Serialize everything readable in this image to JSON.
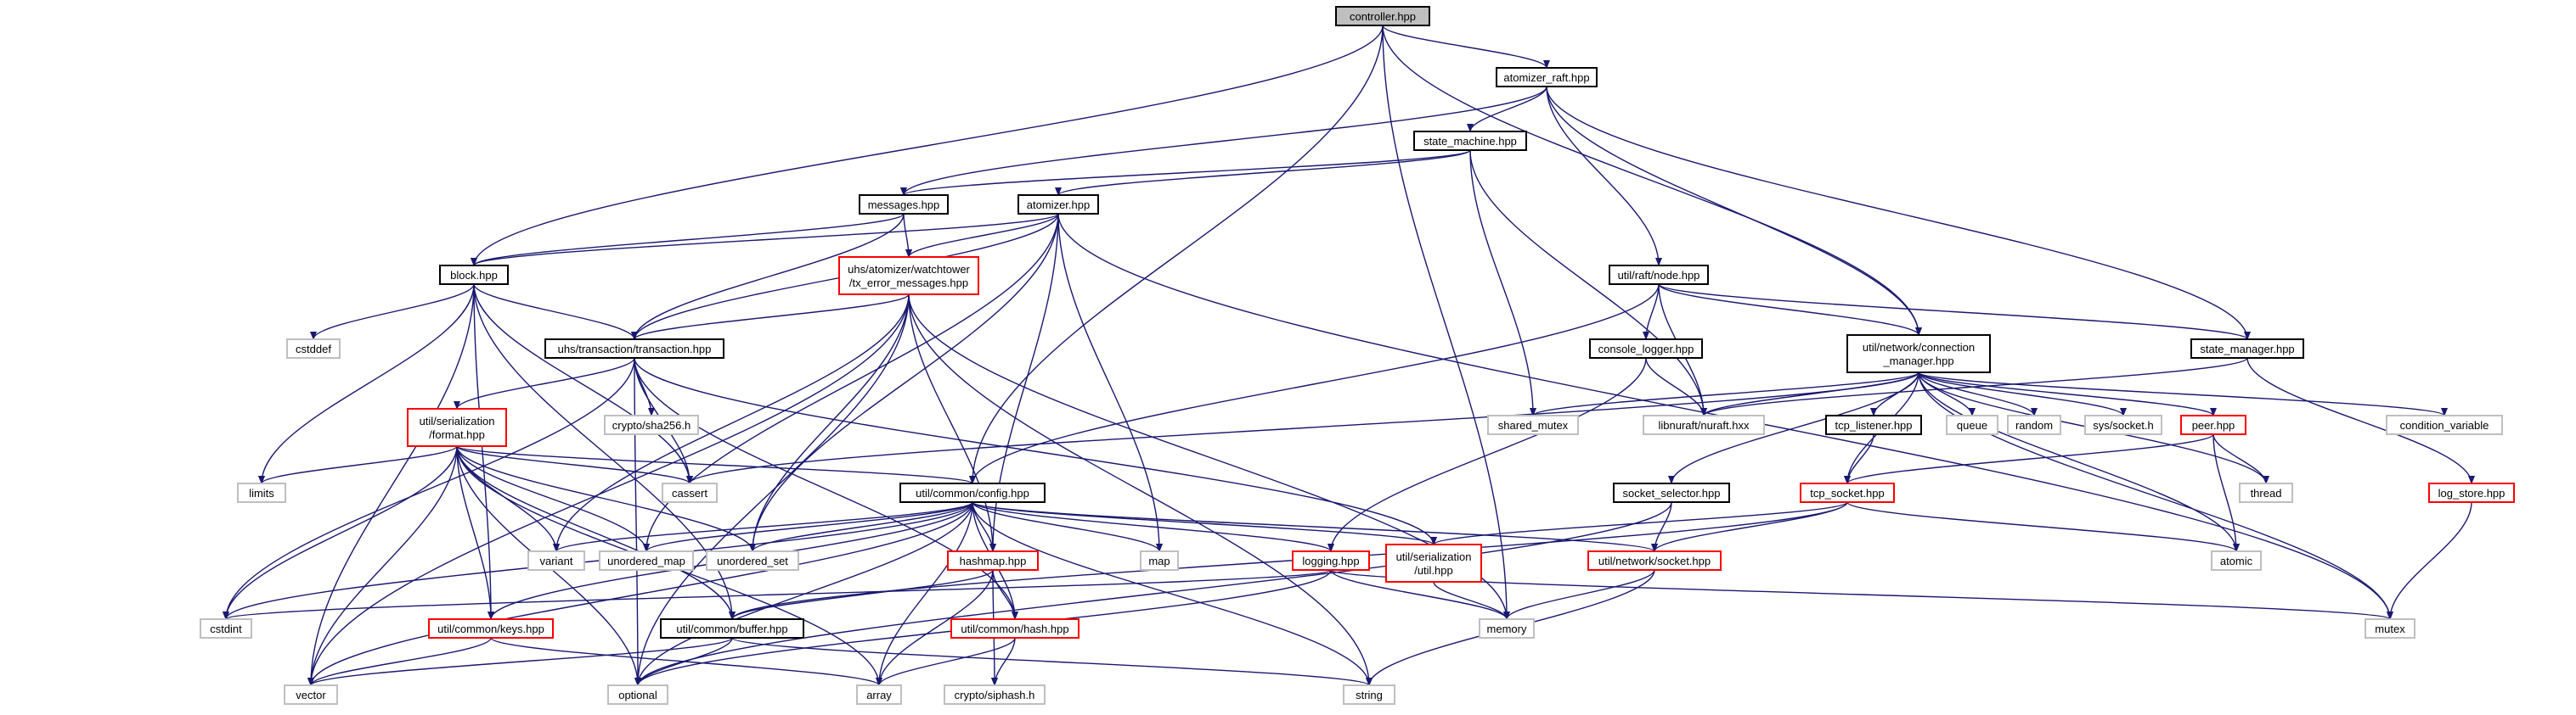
{
  "graph_title": "",
  "colors": {
    "edge": "#191970",
    "default_border": "#000000",
    "highlight_border": "#ff0000",
    "system_border": "#bfbfbf",
    "root_fill": "#bfbfbf",
    "node_fill": "#ffffff",
    "text": "#000000"
  },
  "nodes": [
    {
      "id": "controller",
      "label": [
        "controller.hpp"
      ],
      "kind": "root"
    },
    {
      "id": "atomizer_raft",
      "label": [
        "atomizer_raft.hpp"
      ],
      "kind": "normal"
    },
    {
      "id": "state_machine",
      "label": [
        "state_machine.hpp"
      ],
      "kind": "normal"
    },
    {
      "id": "messages",
      "label": [
        "messages.hpp"
      ],
      "kind": "normal"
    },
    {
      "id": "atomizer",
      "label": [
        "atomizer.hpp"
      ],
      "kind": "normal"
    },
    {
      "id": "block",
      "label": [
        "block.hpp"
      ],
      "kind": "normal"
    },
    {
      "id": "watchtower",
      "label": [
        "uhs/atomizer/watchtower",
        "/tx_error_messages.hpp"
      ],
      "kind": "red"
    },
    {
      "id": "raftnode",
      "label": [
        "util/raft/node.hpp"
      ],
      "kind": "normal"
    },
    {
      "id": "console_logger",
      "label": [
        "console_logger.hpp"
      ],
      "kind": "normal"
    },
    {
      "id": "connmgr",
      "label": [
        "util/network/connection",
        "_manager.hpp"
      ],
      "kind": "normal"
    },
    {
      "id": "state_manager",
      "label": [
        "state_manager.hpp"
      ],
      "kind": "normal"
    },
    {
      "id": "cstddef",
      "label": [
        "cstddef"
      ],
      "kind": "sys"
    },
    {
      "id": "transaction",
      "label": [
        "uhs/transaction/transaction.hpp"
      ],
      "kind": "normal"
    },
    {
      "id": "sha256",
      "label": [
        "crypto/sha256.h"
      ],
      "kind": "sys"
    },
    {
      "id": "format",
      "label": [
        "util/serialization",
        "/format.hpp"
      ],
      "kind": "red"
    },
    {
      "id": "limits",
      "label": [
        "limits"
      ],
      "kind": "sys"
    },
    {
      "id": "cassert",
      "label": [
        "cassert"
      ],
      "kind": "sys"
    },
    {
      "id": "config",
      "label": [
        "util/common/config.hpp"
      ],
      "kind": "normal"
    },
    {
      "id": "shared_mutex",
      "label": [
        "shared_mutex"
      ],
      "kind": "sys"
    },
    {
      "id": "nuraft",
      "label": [
        "libnuraft/nuraft.hxx"
      ],
      "kind": "sys"
    },
    {
      "id": "tcp_listener",
      "label": [
        "tcp_listener.hpp"
      ],
      "kind": "normal"
    },
    {
      "id": "queue",
      "label": [
        "queue"
      ],
      "kind": "sys"
    },
    {
      "id": "random",
      "label": [
        "random"
      ],
      "kind": "sys"
    },
    {
      "id": "syssocket",
      "label": [
        "sys/socket.h"
      ],
      "kind": "sys"
    },
    {
      "id": "peer",
      "label": [
        "peer.hpp"
      ],
      "kind": "red"
    },
    {
      "id": "condvar",
      "label": [
        "condition_variable"
      ],
      "kind": "sys"
    },
    {
      "id": "thread",
      "label": [
        "thread"
      ],
      "kind": "sys"
    },
    {
      "id": "log_store",
      "label": [
        "log_store.hpp"
      ],
      "kind": "red"
    },
    {
      "id": "socket_selector",
      "label": [
        "socket_selector.hpp"
      ],
      "kind": "normal"
    },
    {
      "id": "tcp_socket",
      "label": [
        "tcp_socket.hpp"
      ],
      "kind": "red"
    },
    {
      "id": "variant",
      "label": [
        "variant"
      ],
      "kind": "sys"
    },
    {
      "id": "unordered_map",
      "label": [
        "unordered_map"
      ],
      "kind": "sys"
    },
    {
      "id": "unordered_set",
      "label": [
        "unordered_set"
      ],
      "kind": "sys"
    },
    {
      "id": "hashmap",
      "label": [
        "hashmap.hpp"
      ],
      "kind": "red"
    },
    {
      "id": "map",
      "label": [
        "map"
      ],
      "kind": "sys"
    },
    {
      "id": "logging",
      "label": [
        "logging.hpp"
      ],
      "kind": "red"
    },
    {
      "id": "serutil",
      "label": [
        "util/serialization",
        "/util.hpp"
      ],
      "kind": "red"
    },
    {
      "id": "socket",
      "label": [
        "util/network/socket.hpp"
      ],
      "kind": "red"
    },
    {
      "id": "atomic",
      "label": [
        "atomic"
      ],
      "kind": "sys"
    },
    {
      "id": "cstdint",
      "label": [
        "cstdint"
      ],
      "kind": "sys"
    },
    {
      "id": "keys",
      "label": [
        "util/common/keys.hpp"
      ],
      "kind": "red"
    },
    {
      "id": "buffer",
      "label": [
        "util/common/buffer.hpp"
      ],
      "kind": "normal"
    },
    {
      "id": "hash",
      "label": [
        "util/common/hash.hpp"
      ],
      "kind": "red"
    },
    {
      "id": "memory",
      "label": [
        "memory"
      ],
      "kind": "sys"
    },
    {
      "id": "mutex",
      "label": [
        "mutex"
      ],
      "kind": "sys"
    },
    {
      "id": "vector",
      "label": [
        "vector"
      ],
      "kind": "sys"
    },
    {
      "id": "optional",
      "label": [
        "optional"
      ],
      "kind": "sys"
    },
    {
      "id": "array",
      "label": [
        "array"
      ],
      "kind": "sys"
    },
    {
      "id": "siphash",
      "label": [
        "crypto/siphash.h"
      ],
      "kind": "sys"
    },
    {
      "id": "string",
      "label": [
        "string"
      ],
      "kind": "sys"
    }
  ],
  "edges": [
    [
      "controller",
      "atomizer_raft"
    ],
    [
      "controller",
      "block"
    ],
    [
      "controller",
      "config"
    ],
    [
      "controller",
      "memory"
    ],
    [
      "controller",
      "connmgr"
    ],
    [
      "atomizer_raft",
      "state_machine"
    ],
    [
      "atomizer_raft",
      "messages"
    ],
    [
      "atomizer_raft",
      "raftnode"
    ],
    [
      "atomizer_raft",
      "connmgr"
    ],
    [
      "atomizer_raft",
      "state_manager"
    ],
    [
      "state_machine",
      "messages"
    ],
    [
      "state_machine",
      "atomizer"
    ],
    [
      "state_machine",
      "shared_mutex"
    ],
    [
      "state_machine",
      "nuraft"
    ],
    [
      "messages",
      "block"
    ],
    [
      "messages",
      "watchtower"
    ],
    [
      "messages",
      "transaction"
    ],
    [
      "atomizer",
      "block"
    ],
    [
      "atomizer",
      "watchtower"
    ],
    [
      "atomizer",
      "transaction"
    ],
    [
      "atomizer",
      "unordered_map"
    ],
    [
      "atomizer",
      "unordered_set"
    ],
    [
      "atomizer",
      "hashmap"
    ],
    [
      "atomizer",
      "map"
    ],
    [
      "atomizer",
      "mutex"
    ],
    [
      "block",
      "transaction"
    ],
    [
      "block",
      "cstddef"
    ],
    [
      "block",
      "limits"
    ],
    [
      "block",
      "cassert"
    ],
    [
      "block",
      "vector"
    ],
    [
      "block",
      "keys"
    ],
    [
      "block",
      "buffer"
    ],
    [
      "watchtower",
      "transaction"
    ],
    [
      "watchtower",
      "variant"
    ],
    [
      "watchtower",
      "unordered_set"
    ],
    [
      "watchtower",
      "hashmap"
    ],
    [
      "watchtower",
      "memory"
    ],
    [
      "watchtower",
      "string"
    ],
    [
      "watchtower",
      "vector"
    ],
    [
      "watchtower",
      "optional"
    ],
    [
      "transaction",
      "sha256"
    ],
    [
      "transaction",
      "format"
    ],
    [
      "transaction",
      "cassert"
    ],
    [
      "transaction",
      "serutil"
    ],
    [
      "transaction",
      "hash"
    ],
    [
      "transaction",
      "cstdint"
    ],
    [
      "transaction",
      "optional"
    ],
    [
      "format",
      "limits"
    ],
    [
      "format",
      "cassert"
    ],
    [
      "format",
      "config"
    ],
    [
      "format",
      "variant"
    ],
    [
      "format",
      "unordered_map"
    ],
    [
      "format",
      "unordered_set"
    ],
    [
      "format",
      "cstdint"
    ],
    [
      "format",
      "vector"
    ],
    [
      "format",
      "optional"
    ],
    [
      "format",
      "buffer"
    ],
    [
      "format",
      "array"
    ],
    [
      "format",
      "keys"
    ],
    [
      "raftnode",
      "console_logger"
    ],
    [
      "raftnode",
      "connmgr"
    ],
    [
      "raftnode",
      "state_manager"
    ],
    [
      "raftnode",
      "nuraft"
    ],
    [
      "raftnode",
      "config"
    ],
    [
      "console_logger",
      "nuraft"
    ],
    [
      "console_logger",
      "logging"
    ],
    [
      "connmgr",
      "cassert"
    ],
    [
      "connmgr",
      "shared_mutex"
    ],
    [
      "connmgr",
      "nuraft"
    ],
    [
      "connmgr",
      "tcp_listener"
    ],
    [
      "connmgr",
      "queue"
    ],
    [
      "connmgr",
      "random"
    ],
    [
      "connmgr",
      "syssocket"
    ],
    [
      "connmgr",
      "peer"
    ],
    [
      "connmgr",
      "condvar"
    ],
    [
      "connmgr",
      "thread"
    ],
    [
      "connmgr",
      "socket_selector"
    ],
    [
      "connmgr",
      "tcp_socket"
    ],
    [
      "connmgr",
      "atomic"
    ],
    [
      "connmgr",
      "mutex"
    ],
    [
      "state_manager",
      "nuraft"
    ],
    [
      "state_manager",
      "log_store"
    ],
    [
      "log_store",
      "mutex"
    ],
    [
      "peer",
      "tcp_socket"
    ],
    [
      "peer",
      "thread"
    ],
    [
      "peer",
      "atomic"
    ],
    [
      "tcp_listener",
      "tcp_socket"
    ],
    [
      "socket_selector",
      "socket"
    ],
    [
      "socket_selector",
      "optional"
    ],
    [
      "tcp_socket",
      "serutil"
    ],
    [
      "tcp_socket",
      "socket"
    ],
    [
      "tcp_socket",
      "atomic"
    ],
    [
      "tcp_socket",
      "buffer"
    ],
    [
      "config",
      "variant"
    ],
    [
      "config",
      "unordered_map"
    ],
    [
      "config",
      "unordered_set"
    ],
    [
      "config",
      "hashmap"
    ],
    [
      "config",
      "map"
    ],
    [
      "config",
      "logging"
    ],
    [
      "config",
      "serutil"
    ],
    [
      "config",
      "socket"
    ],
    [
      "config",
      "cstdint"
    ],
    [
      "config",
      "keys"
    ],
    [
      "config",
      "vector"
    ],
    [
      "config",
      "optional"
    ],
    [
      "config",
      "string"
    ],
    [
      "config",
      "array"
    ],
    [
      "config",
      "hash"
    ],
    [
      "hashmap",
      "buffer"
    ],
    [
      "hashmap",
      "hash"
    ],
    [
      "hashmap",
      "array"
    ],
    [
      "hashmap",
      "siphash"
    ],
    [
      "logging",
      "memory"
    ],
    [
      "logging",
      "mutex"
    ],
    [
      "logging",
      "cstdint"
    ],
    [
      "logging",
      "optional"
    ],
    [
      "serutil",
      "memory"
    ],
    [
      "socket",
      "memory"
    ],
    [
      "socket",
      "string"
    ],
    [
      "keys",
      "vector"
    ],
    [
      "keys",
      "array"
    ],
    [
      "buffer",
      "vector"
    ],
    [
      "buffer",
      "optional"
    ],
    [
      "buffer",
      "string"
    ],
    [
      "hash",
      "array"
    ],
    [
      "hash",
      "siphash"
    ]
  ]
}
